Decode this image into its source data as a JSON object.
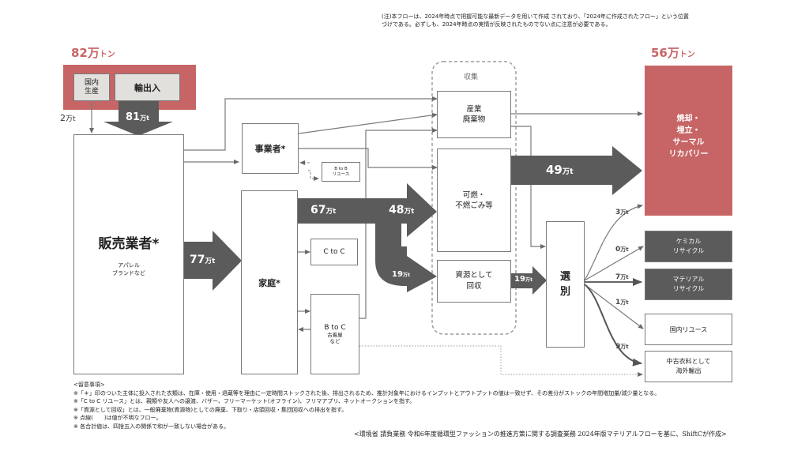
{
  "note_top": [
    "(注)本フローは、2024年時点で把握可能な最新データを用いて作成 されており、「2024年に作成されたフロー」という位置",
    "づけである。必ずしも、2024年時点の実情が反映されたものでない点に注意が必要である。"
  ],
  "input_total": {
    "value": "82万",
    "unit": "トン"
  },
  "output_total": {
    "value": "56万",
    "unit": "トン"
  },
  "nodes": {
    "domestic": "国内\n生産",
    "import_export": "輸出入",
    "seller": "販売業者*",
    "seller_sub": "アパレル\nブランドなど",
    "business": "事業者*",
    "btob": "B to B\nリユース",
    "household": "家庭*",
    "ctoc": "C to C",
    "btoc": "B to C",
    "btoc_sub": "古着屋\nなど",
    "collection": "収集",
    "industrial": "産業\n廃棄物",
    "combustible": "可燃・\n不燃ごみ等",
    "resource": "資源として\n回収",
    "sorting": "選\n別",
    "incineration": "焼却・\n埋立・\nサーマル\nリカバリー",
    "chemical": "ケミカル\nリサイクル",
    "material": "マテリアル\nリサイクル",
    "domestic_reuse": "国内リユース",
    "export_used": "中古衣料として\n海外輸出"
  },
  "flows": {
    "domestic_to_seller": {
      "num": "2",
      "unit": "万t"
    },
    "import_to_seller": {
      "num": "81",
      "unit": "万t"
    },
    "seller_to_household": {
      "num": "77",
      "unit": "万t"
    },
    "household_out": {
      "num": "67",
      "unit": "万t"
    },
    "to_combustible": {
      "num": "48",
      "unit": "万t"
    },
    "to_resource": {
      "num": "19",
      "unit": "万t"
    },
    "resource_to_sorting": {
      "num": "19",
      "unit": "万t"
    },
    "combustible_to_incineration": {
      "num": "49",
      "unit": "万t"
    },
    "sorting_to_incineration": {
      "num": "3",
      "unit": "万t"
    },
    "sorting_to_chemical": {
      "num": "0",
      "unit": "万t"
    },
    "sorting_to_material": {
      "num": "7",
      "unit": "万t"
    },
    "sorting_to_reuse": {
      "num": "1",
      "unit": "万t"
    },
    "sorting_to_export": {
      "num": "9",
      "unit": "万t"
    }
  },
  "footer": {
    "heading": "<留意事項>",
    "notes": [
      "※「＊」印のついた主体に投入された衣類は、在庫・使用・退蔵等を理由に一定時間ストックされた後、排出されるため、推計対象年におけるインプットとアウトプットの値は一致せず、その差分がストックの年間増加量/減少量となる。",
      "※「C to C リユース」とは、親類や友人への譲渡、バザー、フリーマーケット(オフライン)、フリマアプリ、ネットオークションを指す。",
      "※「資源として回収」とは、一般廃棄物(資源物)としての廃棄、下取り・店頭回収・集団回収への排出を指す。",
      "※ 点線(　　)は値が不明なフロー。",
      "※ 各合計値は、四捨五入の関係で和が一致しない場合がある。"
    ],
    "source": "<環境省 請負業務 令和6年度循環型ファッションの推進方策に関する調査業務  2024年版マテリアルフローを基に、ShiftCが作成>"
  },
  "colors": {
    "accent_red": "#c76566",
    "dark_grey": "#5b5b5b",
    "line_grey": "#7a7a7a",
    "light_box": "#e2e0dc"
  }
}
